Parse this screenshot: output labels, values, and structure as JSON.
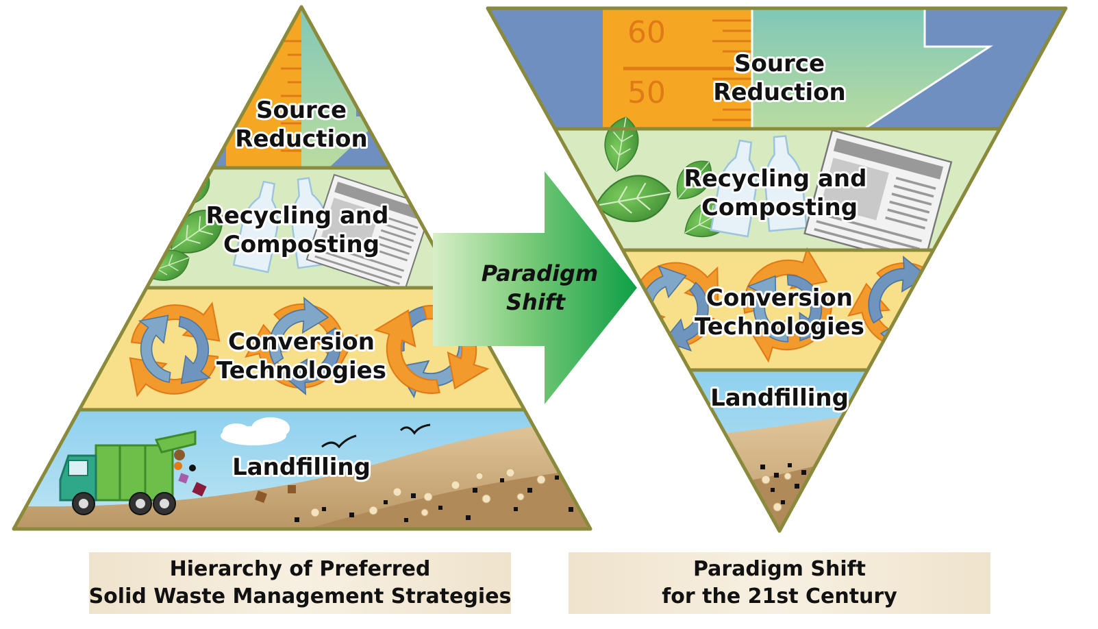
{
  "left_pyramid": {
    "tiers": [
      {
        "line1": "Source",
        "line2": "Reduction"
      },
      {
        "line1": "Recycling and",
        "line2": "Composting"
      },
      {
        "line1": "Conversion",
        "line2": "Technologies"
      },
      {
        "line1": "Landfilling",
        "line2": ""
      }
    ],
    "caption": {
      "line1": "Hierarchy of Preferred",
      "line2": "Solid Waste Management Strategies"
    }
  },
  "arrow": {
    "line1": "Paradigm",
    "line2": "Shift"
  },
  "right_pyramid": {
    "tiers": [
      {
        "line1": "Source",
        "line2": "Reduction"
      },
      {
        "line1": "Recycling and",
        "line2": "Composting"
      },
      {
        "line1": "Conversion",
        "line2": "Technologies"
      },
      {
        "line1": "Landfilling",
        "line2": ""
      }
    ],
    "ruler_marks": [
      "60",
      "50"
    ],
    "caption": {
      "line1": "Paradigm Shift",
      "line2": "for the 21st Century"
    }
  },
  "colors": {
    "border": "#8a8a3c",
    "source_blue": "#6f8fc0",
    "ruler_orange": "#f5a623",
    "recycle_green": "#d8ebc0",
    "leaf_green": "#5daa45",
    "conversion_yellow": "#f8df8a",
    "cycle_orange": "#f0932a",
    "cycle_blue": "#6f94bd",
    "sky_blue": "#9ed6ec",
    "soil_tan": "#d8b98a",
    "arrow_green": "#18a84a",
    "truck_green": "#6cc04a"
  }
}
